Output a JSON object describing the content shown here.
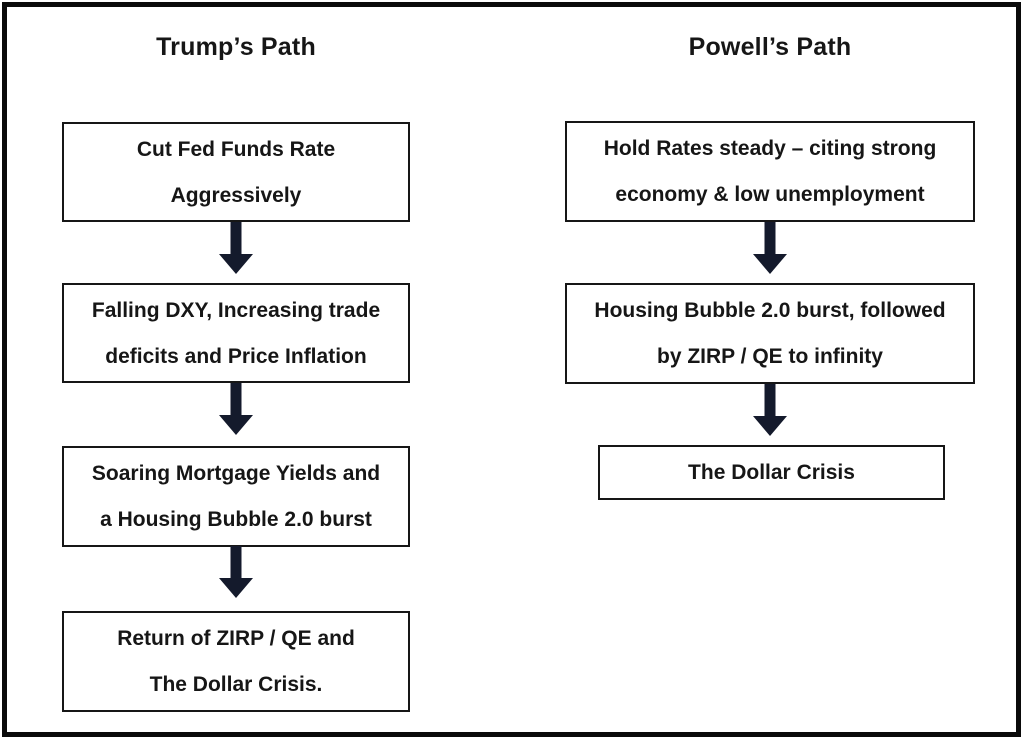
{
  "diagram": {
    "columns": [
      {
        "title": "Trump’s Path",
        "boxes": [
          {
            "lines": [
              "Cut Fed Funds Rate",
              "Aggressively"
            ]
          },
          {
            "lines": [
              "Falling DXY, Increasing trade",
              "deficits and Price Inflation"
            ]
          },
          {
            "lines": [
              "Soaring Mortgage Yields and",
              "a Housing Bubble 2.0 burst"
            ]
          },
          {
            "lines": [
              "Return of ZIRP / QE and",
              "The Dollar Crisis."
            ]
          }
        ]
      },
      {
        "title": "Powell’s Path",
        "boxes": [
          {
            "lines": [
              "Hold Rates steady – citing strong",
              "economy & low unemployment"
            ]
          },
          {
            "lines": [
              "Housing Bubble 2.0 burst, followed",
              "by ZIRP / QE to infinity"
            ]
          },
          {
            "lines": [
              "The Dollar Crisis"
            ]
          }
        ]
      }
    ],
    "colors": {
      "arrow": "#141a2c",
      "border": "#161616",
      "frame": "#0a0a0a",
      "background": "#ffffff",
      "text": "#161616"
    }
  }
}
